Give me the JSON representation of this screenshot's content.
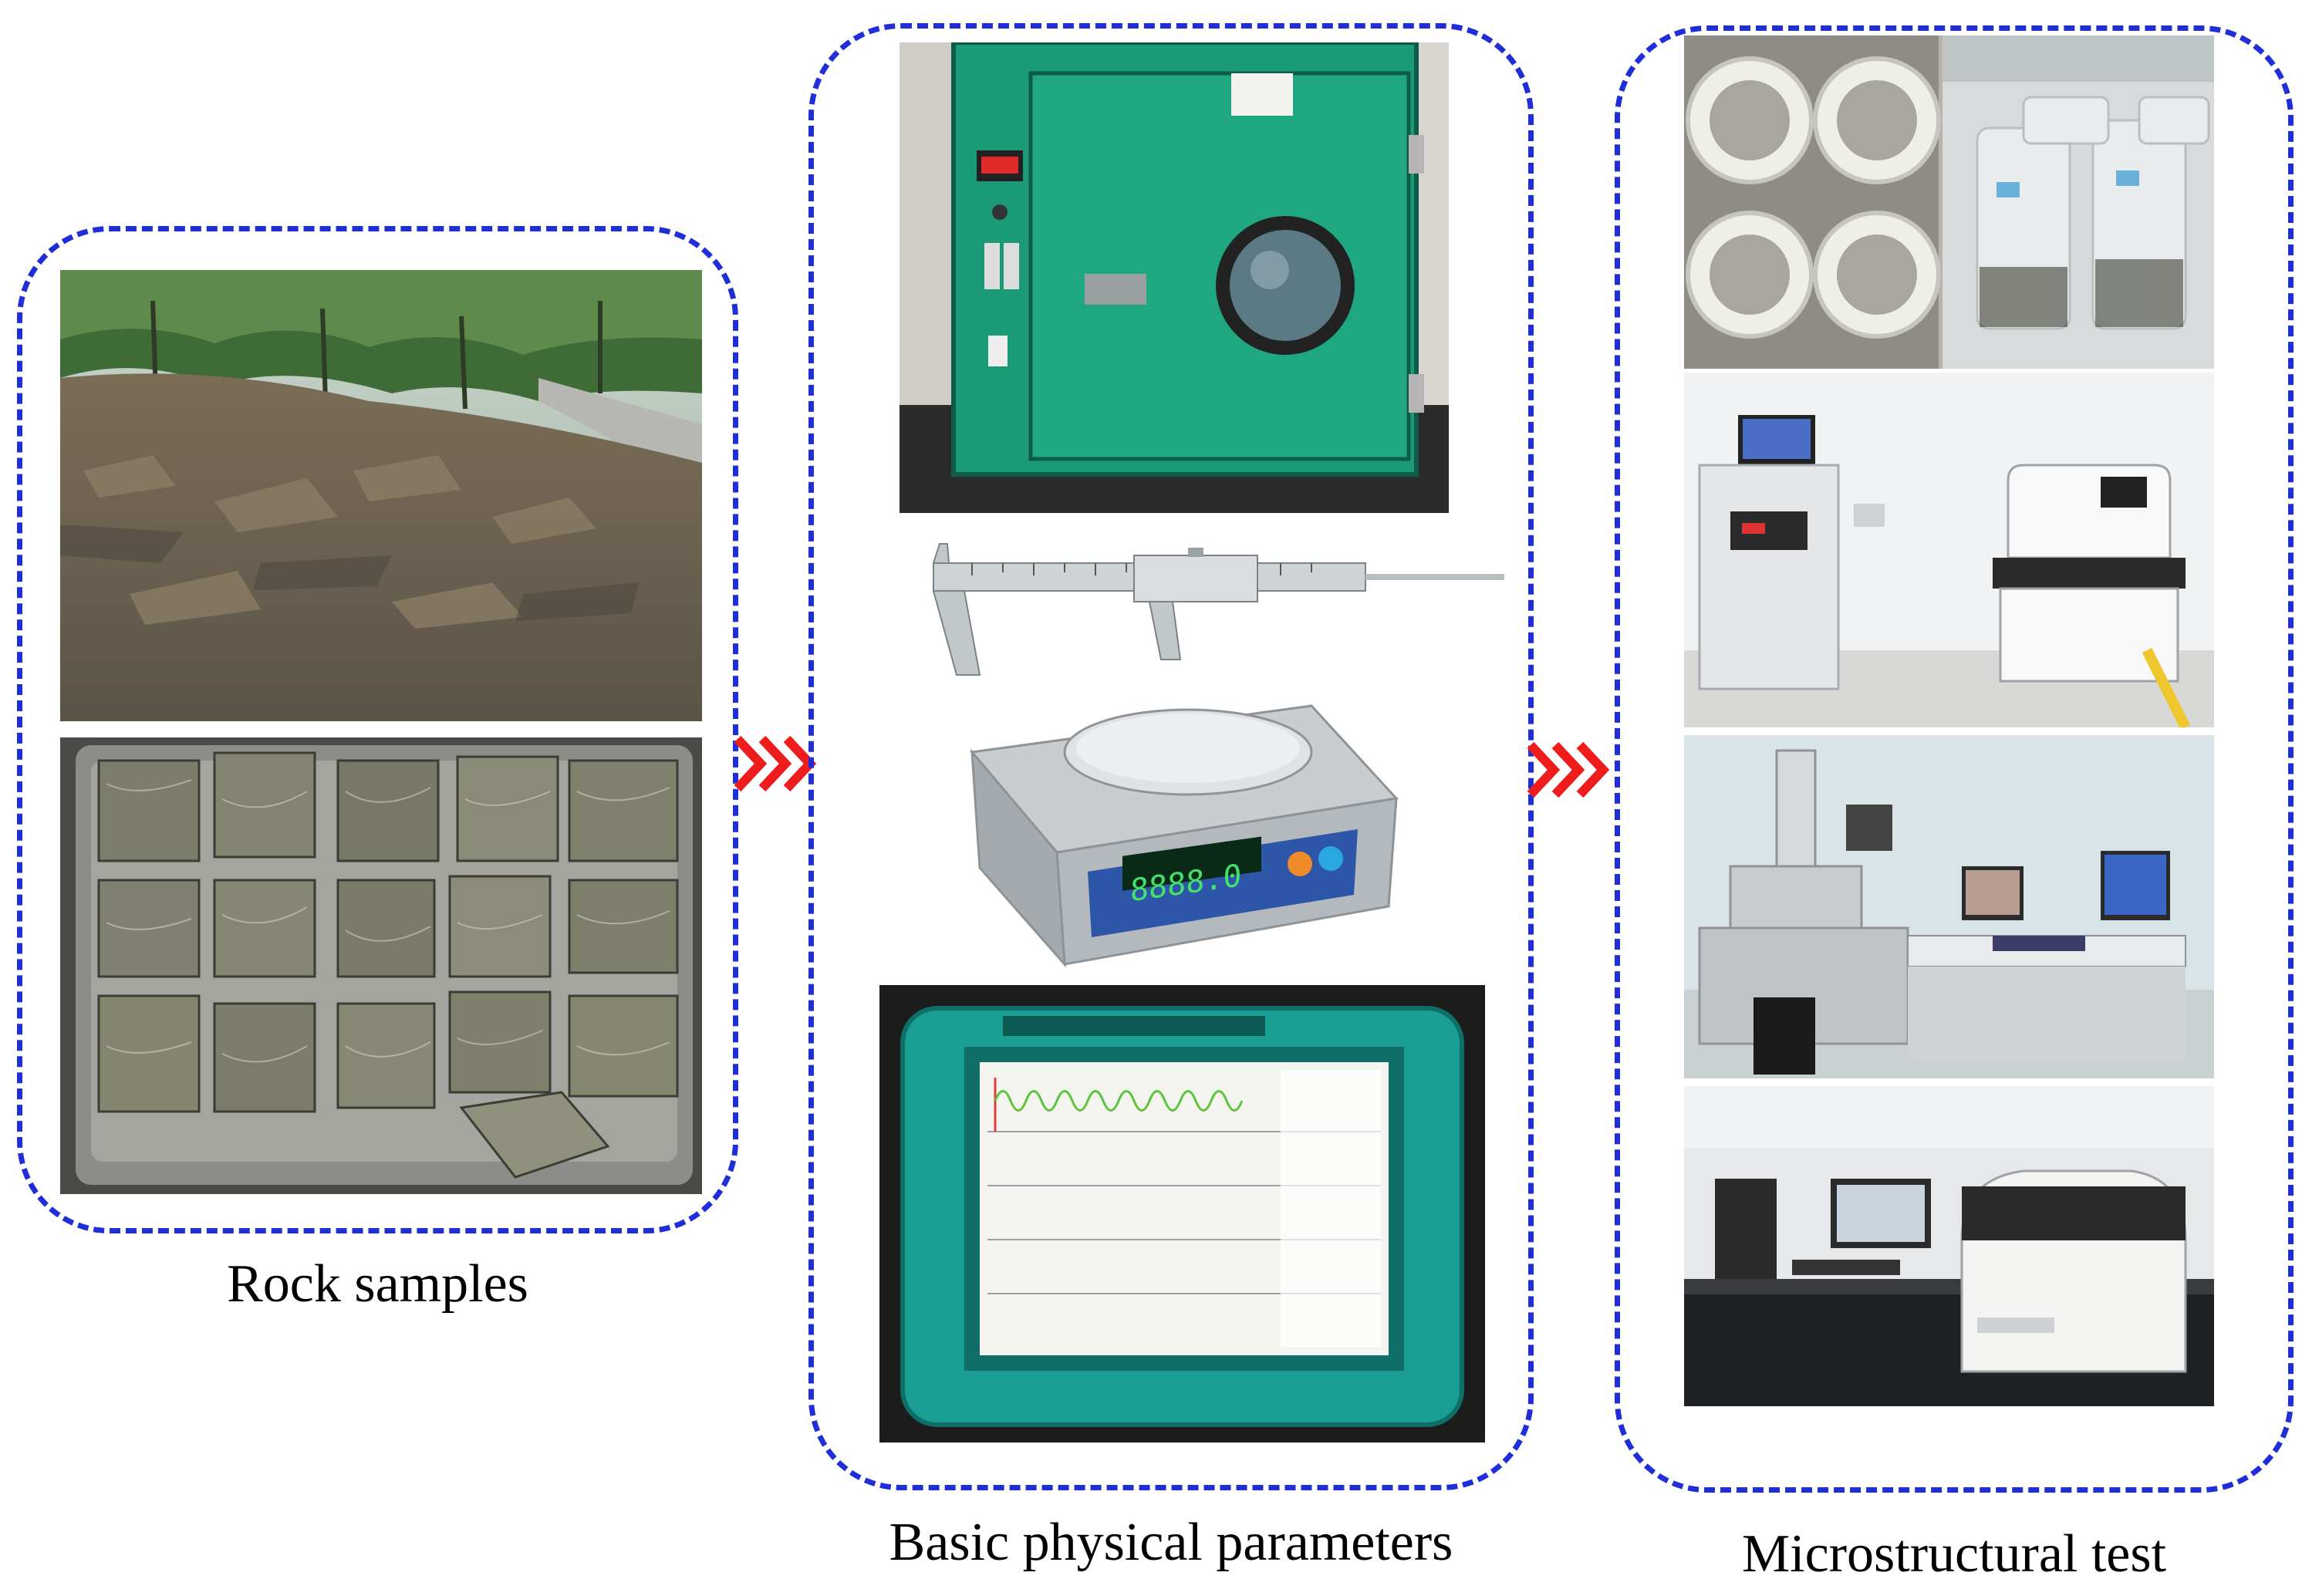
{
  "figure": {
    "stages": [
      {
        "id": "rock-samples",
        "label": "Rock samples",
        "photos": [
          "rock-outcrop",
          "rock-blocks-tray"
        ]
      },
      {
        "id": "basic-physical-parameters",
        "label": "Basic physical parameters",
        "photos": [
          "drying-oven",
          "vernier-caliper",
          "electronic-balance",
          "ultrasonic-wave-detector"
        ]
      },
      {
        "id": "microstructural-test",
        "label": "Microstructural test",
        "photos": [
          "sample-containers",
          "nmr-analyzer",
          "scanning-electron-microscope",
          "xrd-diffractometer"
        ]
      }
    ],
    "flow": "left-to-right",
    "colors": {
      "panel_border": "#1f2ed6",
      "arrow": "#ee1c1c"
    }
  }
}
